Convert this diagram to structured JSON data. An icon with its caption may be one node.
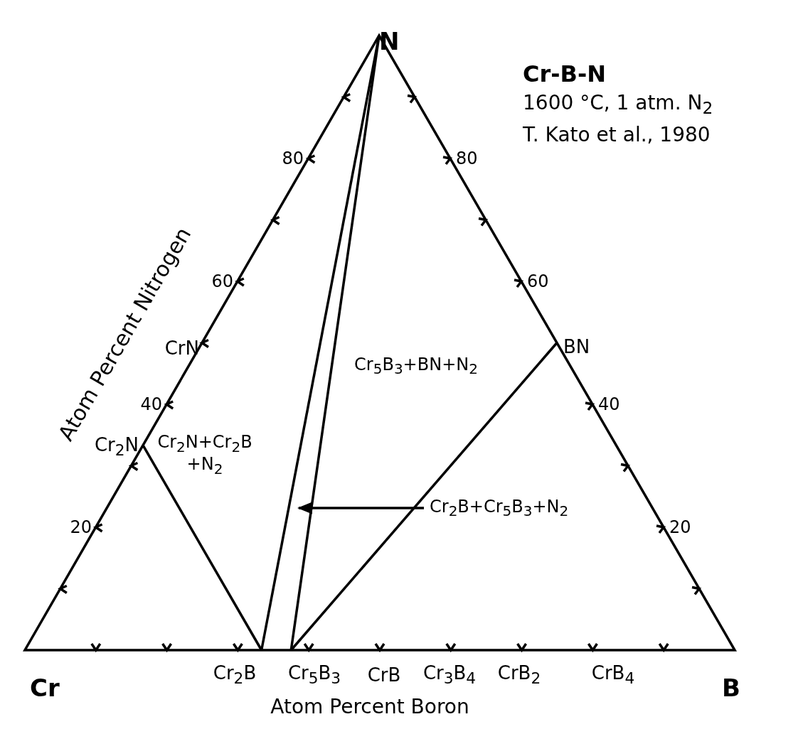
{
  "diagram": {
    "title": "Cr-B-N",
    "nodes": [
      {
        "text": [
          "N"
        ]
      },
      {
        "text": [
          "Cr"
        ]
      },
      {
        "text": [
          "B"
        ]
      },
      {
        "text": [
          "Cr$_{2}$N"
        ]
      },
      {
        "text": [
          "Cr$_{2}$B"
        ]
      },
      {
        "text": [
          "Cr$_{5}$B$_{3}$"
        ]
      },
      {
        "text": [
          "BN"
        ]
      },
      {
        "text": [
          "Cr$_{2}$B+Cr$_{5}$B$_{3}$+N$_{2}$"
        ]
      }
    ],
    "edges": [
      {
        "from": 3,
        "to": 4,
        "arrow": "none"
      },
      {
        "from": 0,
        "to": 4,
        "arrow": "none"
      },
      {
        "from": 0,
        "to": 5,
        "arrow": "none"
      },
      {
        "from": 5,
        "to": 6,
        "arrow": "none"
      },
      {
        "from": 7,
        "to": null,
        "arrow": "to"
      }
    ],
    "labels": [
      "1600 °C, 1 atm. N$_{2}$",
      "T. Kato et al., 1980",
      "80",
      "80",
      "Atom Percent Nitrogen",
      "60",
      "60",
      "CrN",
      "Cr$_{5}$B$_{3}$+BN+N$_{2}$",
      "40",
      "40",
      "Cr$_{2}$N+Cr$_{2}$B +N$_{2}$",
      "20",
      "20",
      "CrB",
      "Cr$_{3}$B$_{4}$",
      "CrB$_{2}$",
      "CrB$_{4}$",
      "Atom Percent Boron"
    ]
  }
}
